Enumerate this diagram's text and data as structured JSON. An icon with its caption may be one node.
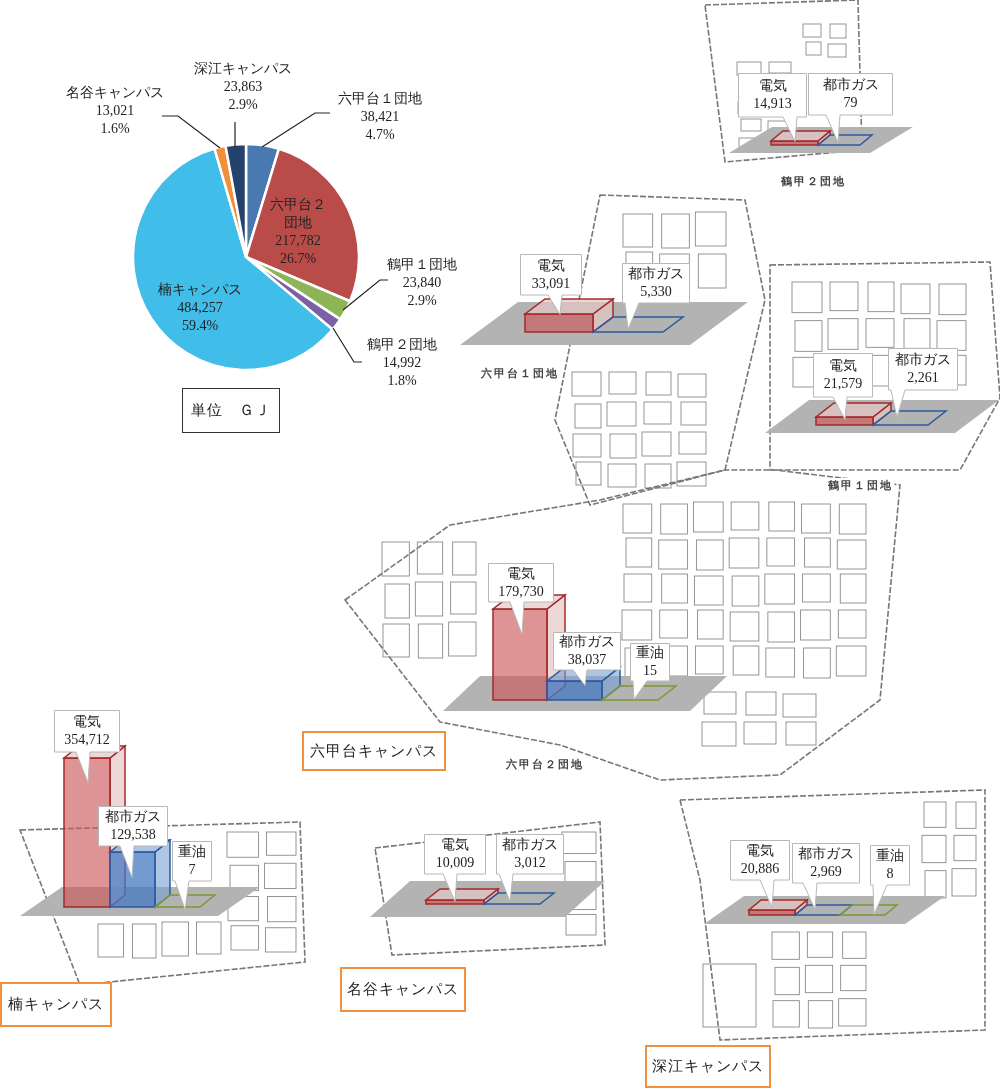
{
  "diagram": {
    "nodes": [
      {
        "text": [
          "単位　ＧＪ"
        ]
      },
      {
        "text": [
          "電気",
          "14,913"
        ]
      },
      {
        "text": [
          "都市ガス",
          "79"
        ]
      },
      {
        "text": [
          "電気",
          "33,091"
        ]
      },
      {
        "text": [
          "都市ガス",
          "5,330"
        ]
      },
      {
        "text": [
          "電気",
          "21,579"
        ]
      },
      {
        "text": [
          "都市ガス",
          "2,261"
        ]
      },
      {
        "text": [
          "電気",
          "179,730"
        ]
      },
      {
        "text": [
          "都市ガス",
          "38,037"
        ]
      },
      {
        "text": [
          "重油",
          "15"
        ]
      },
      {
        "text": [
          "六甲台キャンパス"
        ]
      },
      {
        "text": [
          "電気",
          "354,712"
        ]
      },
      {
        "text": [
          "都市ガス",
          "129,538"
        ]
      },
      {
        "text": [
          "重油",
          "7"
        ]
      },
      {
        "text": [
          "電気",
          "10,009"
        ]
      },
      {
        "text": [
          "都市ガス",
          "3,012"
        ]
      },
      {
        "text": [
          "電気",
          "20,886"
        ]
      },
      {
        "text": [
          "都市ガス",
          "2,969"
        ]
      },
      {
        "text": [
          "重油",
          "8"
        ]
      },
      {
        "text": [
          "楠キャンパス"
        ]
      },
      {
        "text": [
          "名谷キャンパス"
        ]
      },
      {
        "text": [
          "深江キャンパス"
        ]
      }
    ],
    "labels": [
      "鶴甲２団地",
      "六甲台１団地",
      "鶴甲１団地",
      "六甲台２団地"
    ],
    "chart_data": {
      "type": "pie",
      "categories": [
        "六甲台１団地",
        "六甲台２団地",
        "鶴甲１団地",
        "鶴甲２団地",
        "楠キャンパス",
        "名谷キャンパス",
        "深江キャンパス"
      ],
      "values": [
        4.7,
        26.7,
        2.9,
        1.8,
        59.4,
        1.6,
        2.9
      ],
      "value_labels": [
        "38,421 4.7%",
        "217,782 26.7%",
        "23,840 2.9%",
        "14,992 1.8%",
        "484,257 59.4%",
        "13,021 1.6%",
        "23,863 2.9%"
      ]
    }
  }
}
